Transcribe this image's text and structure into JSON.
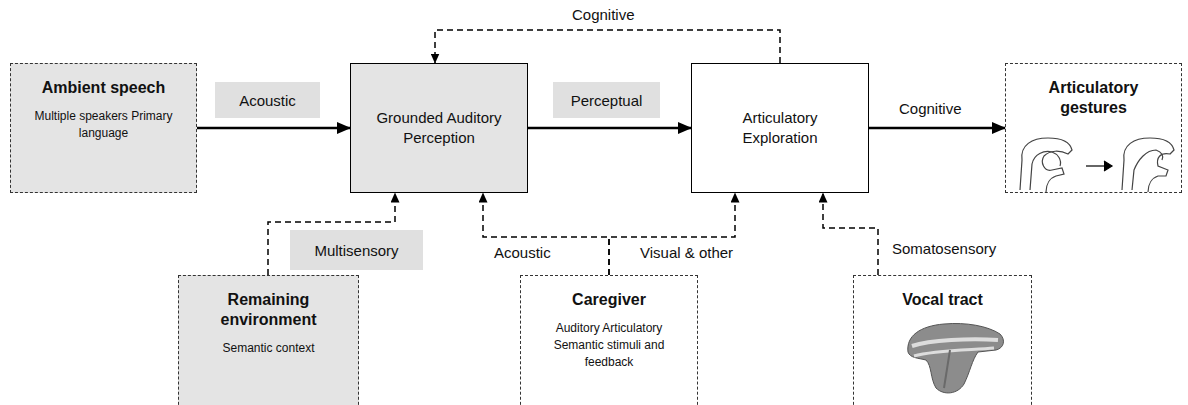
{
  "diagram": {
    "nodes": [
      {
        "text": [
          "Ambient speech",
          "Multiple speakers Primary language"
        ]
      },
      {
        "text": [
          "Grounded Auditory Perception"
        ]
      },
      {
        "text": [
          "Articulatory Exploration"
        ]
      },
      {
        "text": [
          "Articulatory gestures"
        ]
      },
      {
        "text": [
          "Remaining environment",
          "Semantic context"
        ]
      },
      {
        "text": [
          "Caregiver",
          "Auditory Articulatory Semantic stimuli and feedback"
        ]
      },
      {
        "text": [
          "Vocal tract"
        ]
      }
    ],
    "edges": [
      {
        "from": 0,
        "to": 1,
        "label": "Acoustic",
        "arrow": "to"
      },
      {
        "from": 1,
        "to": 2,
        "label": "Perceptual",
        "arrow": "to"
      },
      {
        "from": 2,
        "to": 3,
        "label": "Cognitive",
        "arrow": "to"
      },
      {
        "from": 2,
        "to": 1,
        "label": "Cognitive",
        "arrow": "to"
      },
      {
        "from": 4,
        "to": 1,
        "label": "Multisensory",
        "arrow": "to"
      },
      {
        "from": 5,
        "to": 1,
        "label": "Acoustic",
        "arrow": "to"
      },
      {
        "from": 5,
        "to": 2,
        "label": "Visual & other",
        "arrow": "to"
      },
      {
        "from": 6,
        "to": 2,
        "label": "Somatosensory",
        "arrow": "to"
      }
    ]
  }
}
